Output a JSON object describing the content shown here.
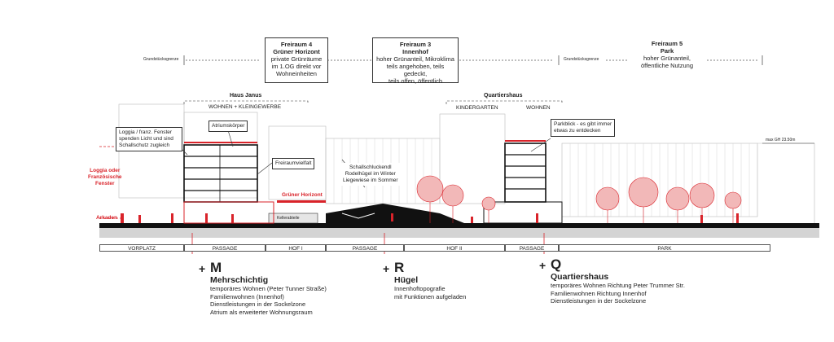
{
  "freiraum": [
    {
      "title1": "Freiraum 4",
      "title2": "Grüner Horizont",
      "desc": [
        "private Grünräume",
        "im 1.OG direkt vor",
        "Wohneinheiten"
      ]
    },
    {
      "title1": "Freiraum 3",
      "title2": "Innenhof",
      "desc": [
        "hoher Grünanteil, Mikroklima",
        "teils angehoben, teils gedeckt,",
        "teils offen, öffentlich"
      ]
    },
    {
      "title1": "Freiraum 5",
      "title2": "Park",
      "desc": [
        "hoher Grünanteil,",
        "öffentliche Nutzung"
      ]
    }
  ],
  "grenze_labels": [
    "Grundstücksgrenze",
    "Grundstücksgrenze"
  ],
  "buildings": {
    "janus": {
      "name": "Haus Janus",
      "use": "WOHNEN + KLEINGEWERBE"
    },
    "quartier": {
      "name": "Quartiershaus",
      "use1": "KINDERGARTEN",
      "use2": "WOHNEN"
    }
  },
  "notes": {
    "loggia": [
      "Loggia / franz. Fenster",
      "spenden Licht und sind",
      "Schallschutz zugleich"
    ],
    "atrium": "Atriumskörper",
    "freiraumvielfalt": "Freiraumvielfalt",
    "gruener_horizont": "Grüner Horizont",
    "schallschutz": [
      "Schallschluckendl",
      "Rodelhügel im Winter",
      "Liegewiese im Sommer"
    ],
    "parkblick": [
      "Parkblick - es gibt immer",
      "etwas zu entdecken"
    ],
    "kellerabteile": "Kellerabteile",
    "max_gh": "max GH 23.50m"
  },
  "side_labels": {
    "loggia": [
      "Loggia oder",
      "Französische",
      "Fenster"
    ],
    "arkaden": "Arkaden"
  },
  "zones": [
    "VORPLATZ",
    "PASSAGE",
    "HOF I",
    "PASSAGE",
    "HOF II",
    "PASSAGE",
    "PARK"
  ],
  "strategies": [
    {
      "letter": "M",
      "name": "Mehrschichtig",
      "desc": [
        "temporäres Wohnen (Peter Tunner Straße)",
        "Familienwohnen (Innenhof)",
        "Dienstleistungen in der Sockelzone",
        "Atrium als erweiterter Wohnungsraum"
      ]
    },
    {
      "letter": "R",
      "name": "Hügel",
      "desc": [
        "Innenhoftopografie",
        "mit Funktionen aufgeladen"
      ]
    },
    {
      "letter": "Q",
      "name": "Quartiershaus",
      "desc": [
        "temporäres Wohnen Richtung Peter Trummer Str.",
        "Familienwohnen Richtung Innenhof",
        "Dienstleistungen in der Sockelzone"
      ]
    }
  ],
  "colors": {
    "accent": "#d9232a",
    "line": "#333333",
    "light": "#bbbbbb"
  }
}
